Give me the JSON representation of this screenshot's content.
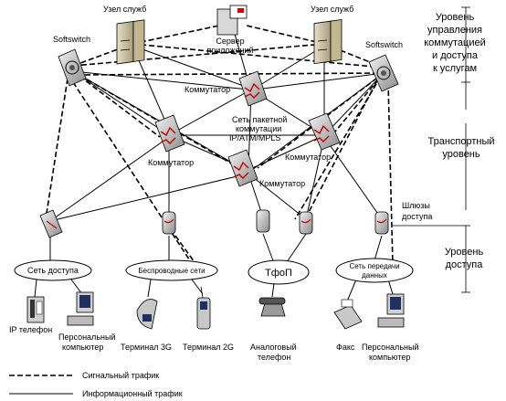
{
  "nodes": {
    "service_node_left": "Узел служб",
    "service_node_right": "Узел служб",
    "app_server": [
      "Сервер",
      "приложений"
    ],
    "softswitch_left": "Softswitch",
    "softswitch_right": "Softswitch",
    "switch_top": "Коммутатор",
    "switch_left": "Коммутатор",
    "switch_center": "Коммутатор",
    "switch_right": "Коммутатор",
    "packet_network": [
      "Сеть пакетной",
      "коммутации",
      "IP/ATM/MPLS"
    ],
    "gateways": [
      "Шлюзы",
      "доступа"
    ],
    "access_network": "Сеть доступа",
    "wireless_networks": "Беспроводные сети",
    "pstn": "ТфоП",
    "data_network": [
      "Сеть передачи",
      "данных"
    ],
    "ip_phone": "IP телефон",
    "pc_left": [
      "Персональный",
      "компьютер"
    ],
    "terminal_3g": "Терминал 3G",
    "terminal_2g": "Терминал 2G",
    "analog_phone": [
      "Аналоговый",
      "телефон"
    ],
    "fax": "Факс",
    "pc_right": [
      "Персональный",
      "компьютер"
    ]
  },
  "levels": {
    "control": [
      "Уровень",
      "управления",
      "коммутацией",
      "и доступа",
      "к услугам"
    ],
    "transport": [
      "Транспортный",
      "уровень"
    ],
    "access": [
      "Уровень",
      "доступа"
    ]
  },
  "legend": {
    "signal": "Сигнальный трафик",
    "info": "Информационный трафик"
  }
}
